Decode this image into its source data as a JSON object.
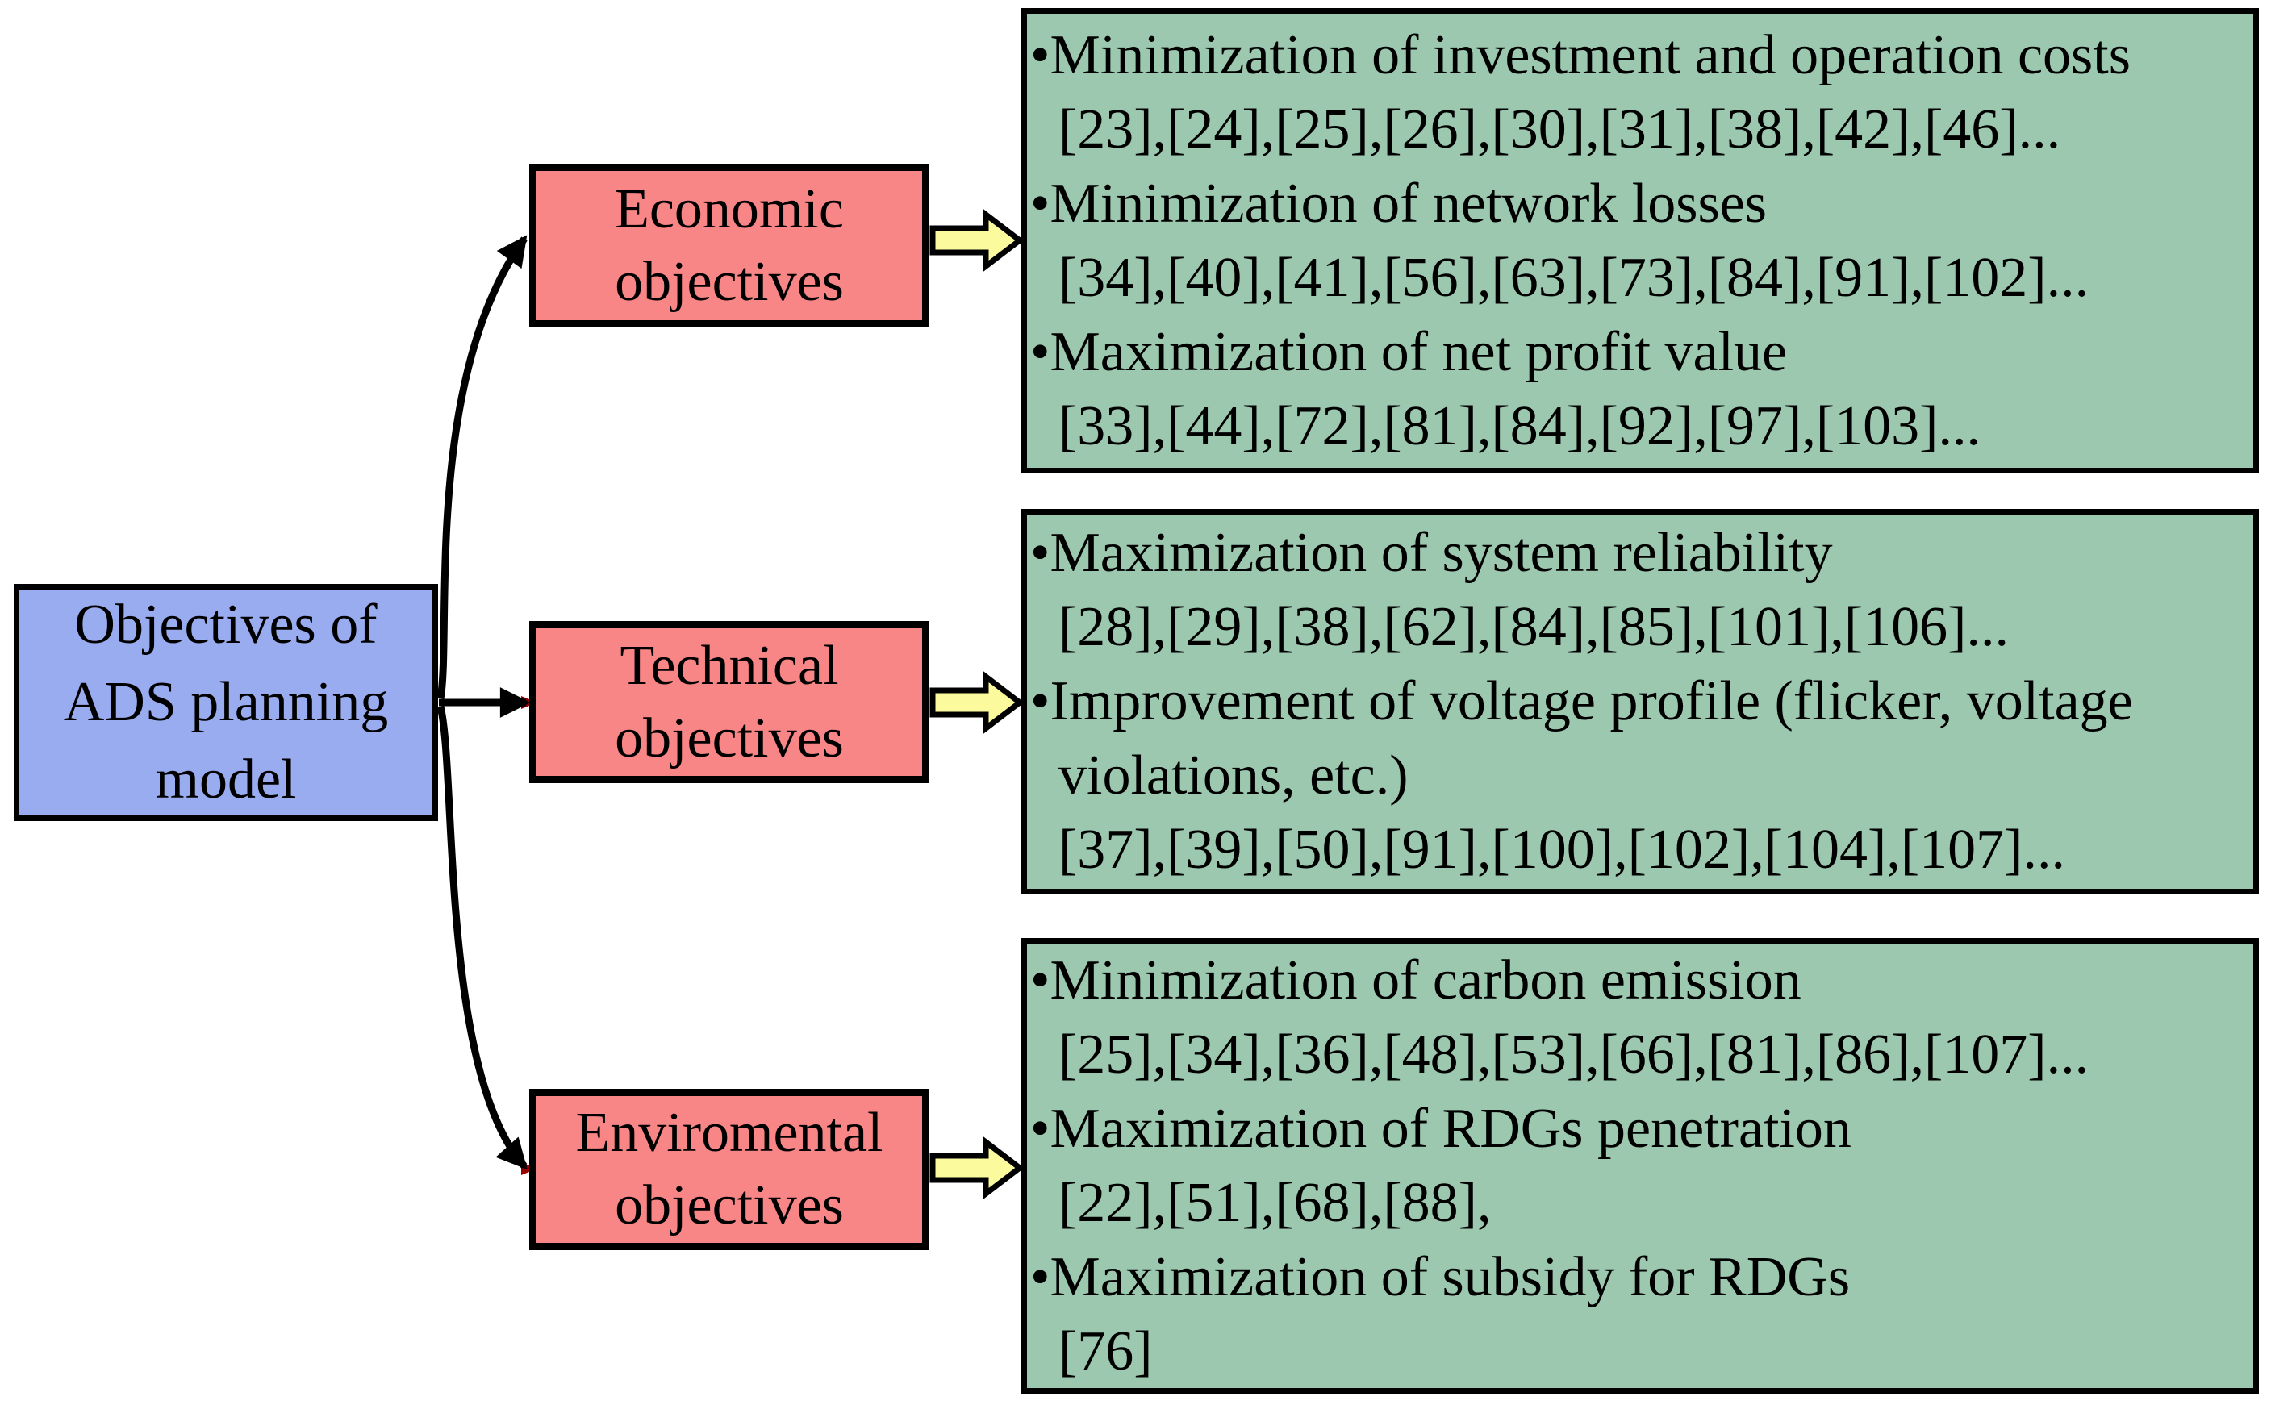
{
  "colors": {
    "root_fill": "#9AACF0",
    "branch_fill": "#F98686",
    "detail_fill": "#9CC8AF",
    "arrow_fill": "#FBFB9E",
    "outline": "#000000",
    "tick": "#990000"
  },
  "root": {
    "lines": [
      "Objectives of",
      "ADS planning",
      "model"
    ]
  },
  "branches": [
    {
      "id": "economic",
      "lines": [
        "Economic",
        "objectives"
      ]
    },
    {
      "id": "technical",
      "lines": [
        "Technical",
        "objectives"
      ]
    },
    {
      "id": "environmental",
      "lines": [
        "Enviromental",
        "objectives"
      ]
    }
  ],
  "details": [
    {
      "id": "economic",
      "lines": [
        "•Minimization of investment and operation costs",
        "[23],[24],[25],[26],[30],[31],[38],[42],[46]...",
        "•Minimization of network losses",
        "[34],[40],[41],[56],[63],[73],[84],[91],[102]...",
        "•Maximization of net profit value",
        "[33],[44],[72],[81],[84],[92],[97],[103]..."
      ]
    },
    {
      "id": "technical",
      "lines": [
        "•Maximization of system reliability",
        "[28],[29],[38],[62],[84],[85],[101],[106]...",
        "•Improvement of voltage profile (flicker, voltage",
        "violations, etc.)",
        "[37],[39],[50],[91],[100],[102],[104],[107]..."
      ]
    },
    {
      "id": "environmental",
      "lines": [
        "•Minimization of carbon emission",
        "[25],[34],[36],[48],[53],[66],[81],[86],[107]...",
        "•Maximization of RDGs penetration",
        "[22],[51],[68],[88],",
        "•Maximization of subsidy for RDGs",
        "[76]"
      ]
    }
  ]
}
